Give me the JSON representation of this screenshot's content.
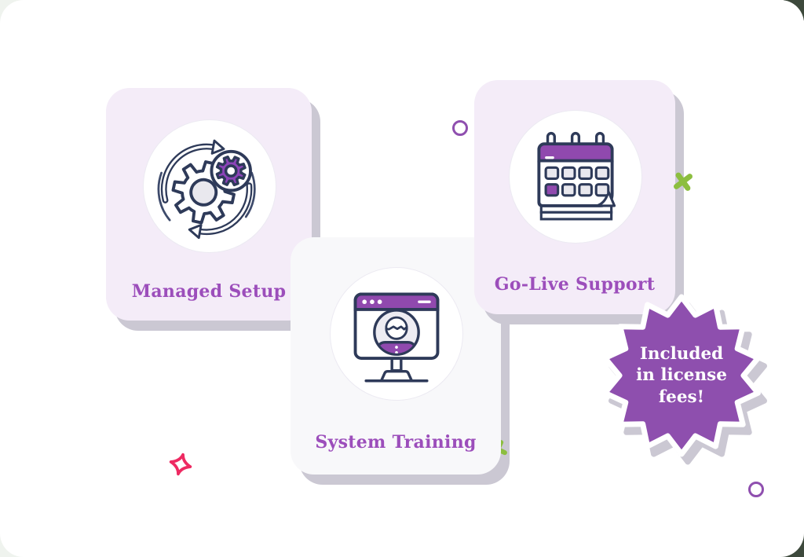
{
  "cards": [
    {
      "title": "Managed Setup",
      "icon": "sync-gear-icon"
    },
    {
      "title": "System Training",
      "icon": "training-monitor-icon"
    },
    {
      "title": "Go-Live Support",
      "icon": "calendar-icon"
    }
  ],
  "badge": {
    "line1": "Included",
    "line2": "in license",
    "line3": "fees!"
  },
  "decorations": [
    "circle-outline-decoration-top",
    "circle-outline-decoration-bottom",
    "green-cross-decoration-right",
    "green-cross-decoration-bottom",
    "pink-sparkle-decoration"
  ],
  "colors": {
    "accent_purple": "#9049ae",
    "title_purple": "#9c4ebb",
    "badge_purple": "#8e4fae",
    "outline_navy": "#2e3a59",
    "card_lavender": "#f4ecf8",
    "card_white": "#f8f8fa",
    "shadow_gray": "#cbc8d3",
    "green": "#8cbe3f",
    "pink": "#ee2a62"
  }
}
